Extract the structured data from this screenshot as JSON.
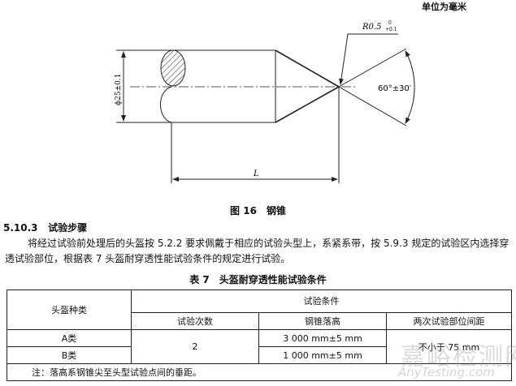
{
  "unit_note": "单位为毫米",
  "drawing": {
    "radius_label": "R0.5",
    "radius_tol_upper": "0",
    "radius_tol_lower": "+0.1",
    "diameter_label": "ϕ25±0.1",
    "angle_label": "60°±30′",
    "length_label": "L"
  },
  "figure_caption": "图 16　钢锥",
  "section": {
    "number": "5.10.3",
    "title": "试验步骤"
  },
  "paragraph": "将经过试验前处理后的头盔按 5.2.2 要求佩戴于相应的试验头型上，系紧系带，按 5.9.3 规定的试验区内选择穿透试验部位，根据表 7 头盔耐穿透性能试验条件的规定进行试验。",
  "table": {
    "caption": "表 7　头盔耐穿透性能试验条件",
    "col_type": "头盔种类",
    "group_header": "试验条件",
    "sub_headers": [
      "试验次数",
      "钢锥落高",
      "两次试验部位间距"
    ],
    "rows": [
      {
        "type": "A类",
        "height": "3 000 mm±5 mm"
      },
      {
        "type": "B类",
        "height": "1 000 mm±5 mm"
      }
    ],
    "count": "2",
    "spacing": "不小于 75 mm",
    "note": "注：落高系钢锥尖至头型试验点间的垂距。"
  },
  "watermark": {
    "cn": "嘉峪检测网",
    "en": "AnyTesting.com"
  }
}
